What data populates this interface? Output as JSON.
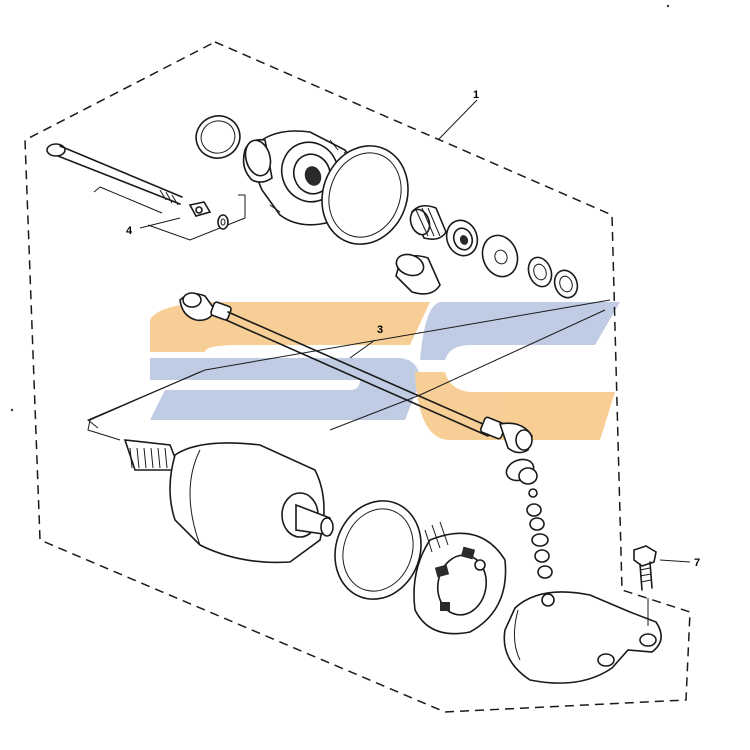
{
  "callouts": {
    "assembly": "1",
    "lead_wire": "3",
    "bolt_kit": "4",
    "mount_bolt": "7"
  },
  "watermark": {
    "text": "SC",
    "colors": {
      "orange": "#f7c98a",
      "blue": "#b9c7e0"
    }
  },
  "colors": {
    "ink": "#1a1a1a",
    "background": "#ffffff"
  }
}
